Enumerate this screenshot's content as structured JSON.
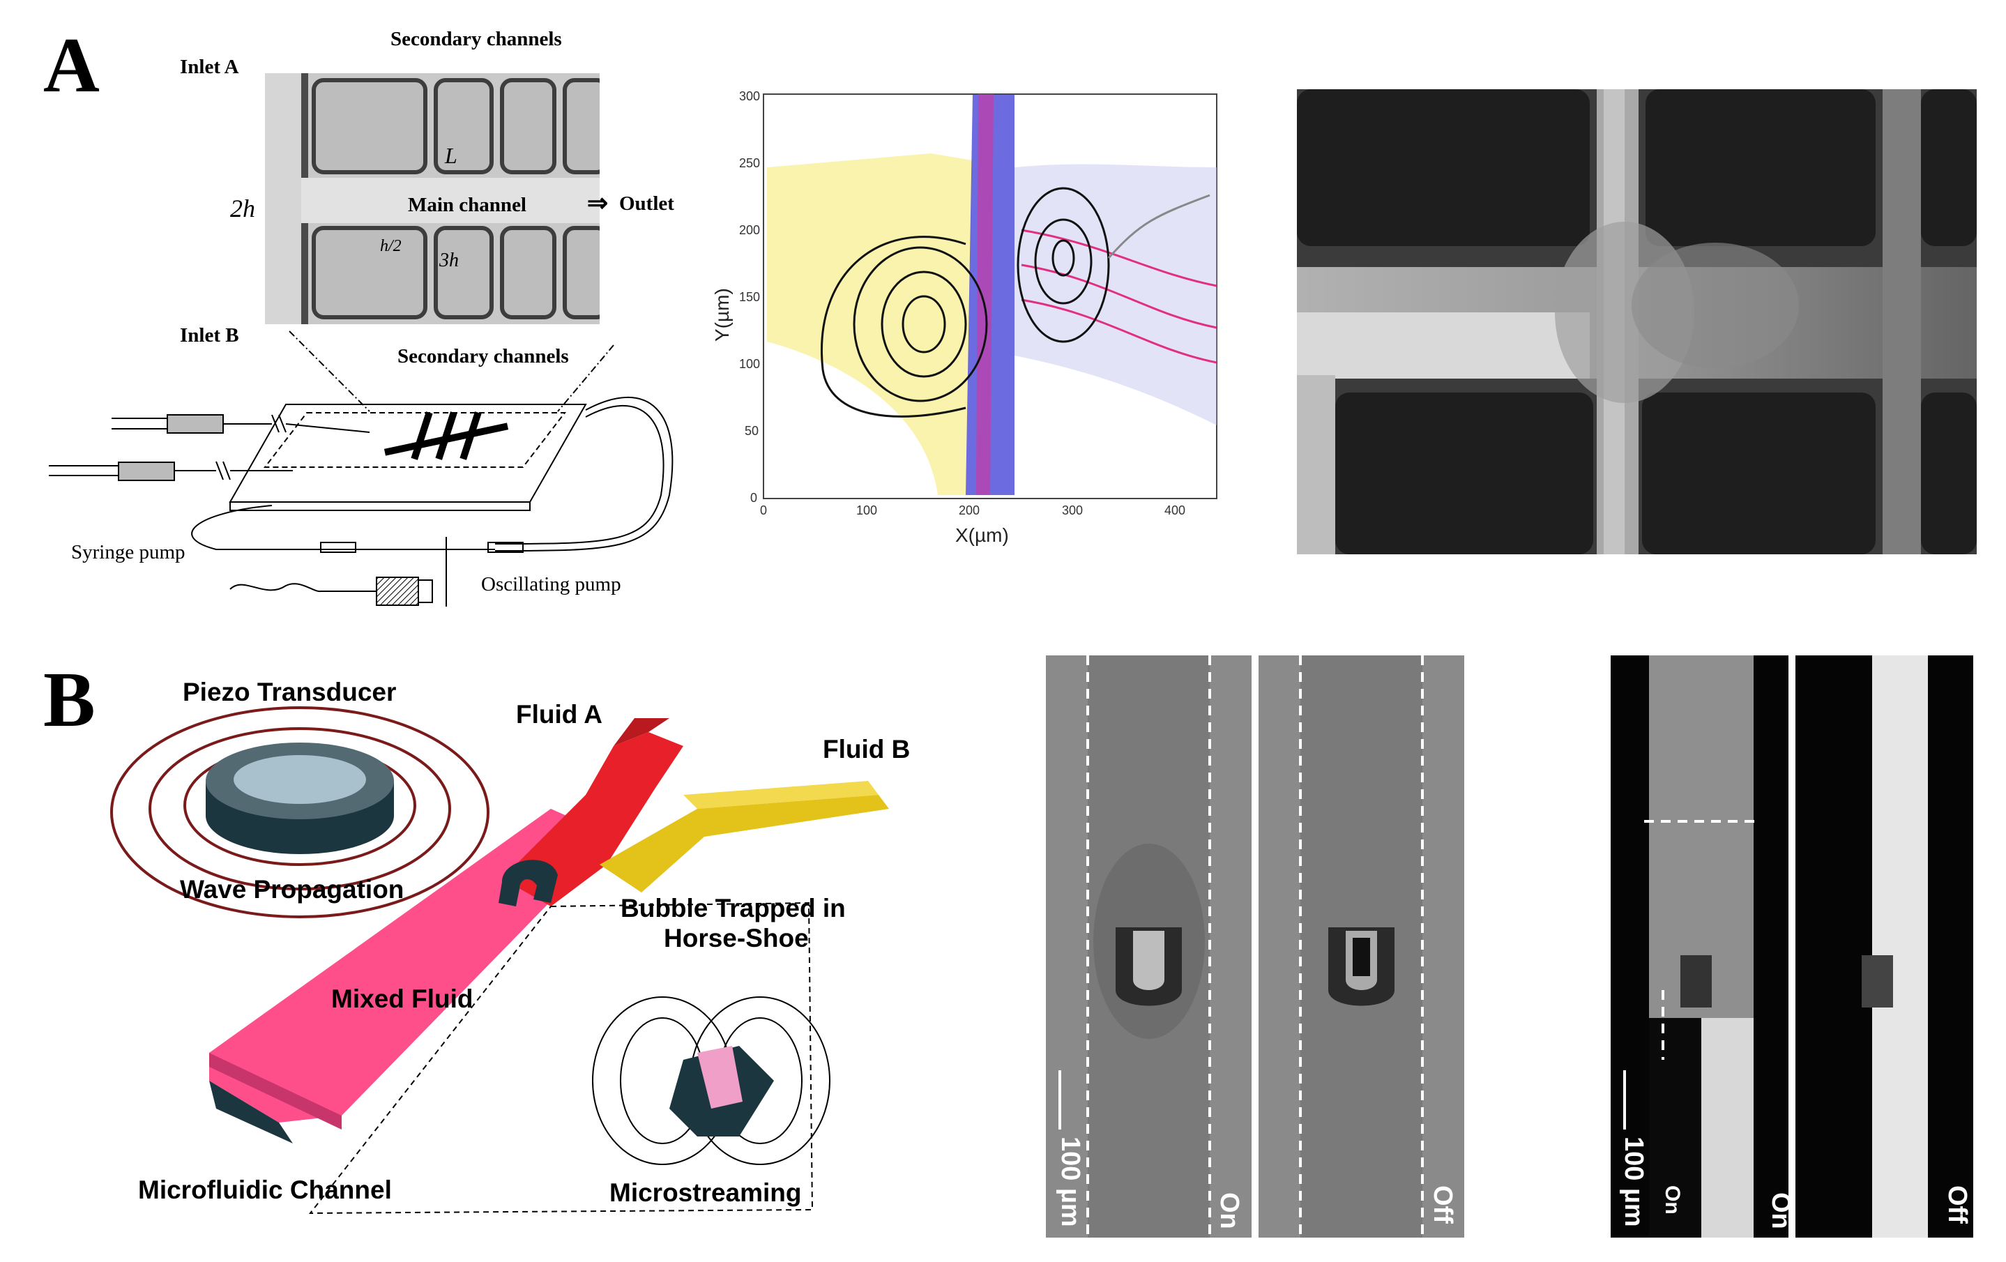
{
  "panelA": {
    "letter": "A",
    "chip": {
      "inlet_a": "Inlet A",
      "inlet_b": "Inlet B",
      "secondary_top": "Secondary channels",
      "secondary_bottom": "Secondary channels",
      "main_channel": "Main channel",
      "outlet": "Outlet",
      "outlet_arrow": "⇒",
      "dim_2h": "2h",
      "dim_L": "L",
      "dim_h2": "h/2",
      "dim_3h": "3h",
      "syringe_pump": "Syringe pump",
      "oscillating_pump": "Oscillating pump"
    },
    "plot": {
      "xlabel": "X(µm)",
      "ylabel": "Y(µm)",
      "xticks": [
        "0",
        "100",
        "200",
        "300",
        "400"
      ],
      "yticks": [
        "0",
        "50",
        "100",
        "150",
        "200",
        "250",
        "300"
      ]
    }
  },
  "panelB": {
    "letter": "B",
    "schematic": {
      "piezo": "Piezo Transducer",
      "wave": "Wave Propagation",
      "fluid_a": "Fluid A",
      "fluid_b": "Fluid B",
      "bubble_line1": "Bubble Trapped in",
      "bubble_line2": "Horse-Shoe",
      "mixed": "Mixed Fluid",
      "channel": "Microfluidic Channel",
      "microstreaming": "Microstreaming"
    },
    "micro1": {
      "scale": "100 µm",
      "on": "On",
      "off": "Off"
    },
    "micro2": {
      "scale": "100 µm",
      "on_small": "On",
      "on": "On",
      "off": "Off"
    }
  },
  "colors": {
    "fluid_a_red": "#e8202a",
    "fluid_b_yellow": "#e3c21a",
    "mixed_pink": "#ff4f8b",
    "transducer_dark": "#1c3640"
  },
  "icons": [
    "horseshoe-icon",
    "piezo-disk-icon",
    "syringe-icon"
  ]
}
